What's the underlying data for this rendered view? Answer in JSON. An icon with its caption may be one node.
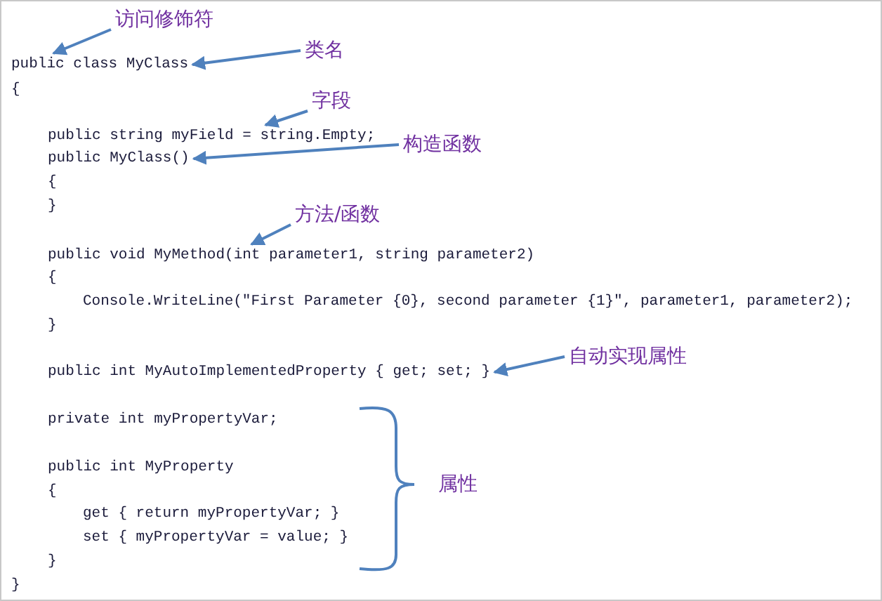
{
  "diagram": {
    "nodes": [
      {
        "text": [
          "访问修饰符"
        ]
      },
      {
        "text": [
          "public class MyClass"
        ]
      },
      {
        "text": [
          "类名"
        ]
      },
      {
        "text": [
          "字段"
        ]
      },
      {
        "text": [
          "public string myField = string.Empty;"
        ]
      },
      {
        "text": [
          "构造函数"
        ]
      },
      {
        "text": [
          "public MyClass()"
        ]
      },
      {
        "text": [
          "方法/函数"
        ]
      },
      {
        "text": [
          "public void MyMethod(int parameter1, string parameter2)"
        ]
      },
      {
        "text": [
          "自动实现属性"
        ]
      },
      {
        "text": [
          "public int MyAutoImplementedProperty { get; set; }"
        ]
      }
    ],
    "edges": [
      {
        "from": 0,
        "to": 1,
        "arrow": "to"
      },
      {
        "from": 2,
        "to": 1,
        "arrow": "to"
      },
      {
        "from": 3,
        "to": 4,
        "arrow": "to"
      },
      {
        "from": 5,
        "to": 6,
        "arrow": "to"
      },
      {
        "from": 7,
        "to": 8,
        "arrow": "to"
      },
      {
        "from": 9,
        "to": 10,
        "arrow": "to"
      }
    ],
    "labels": [
      "{",
      "{",
      "}",
      "{",
      "Console.WriteLine(\"First Parameter {0}, second parameter {1}\", parameter1, parameter2);",
      "}",
      "private int myPropertyVar;",
      "public int MyProperty",
      "属性",
      "{",
      "get { return myPropertyVar; }",
      "set { myPropertyVar = value; }",
      "}",
      "}"
    ]
  }
}
